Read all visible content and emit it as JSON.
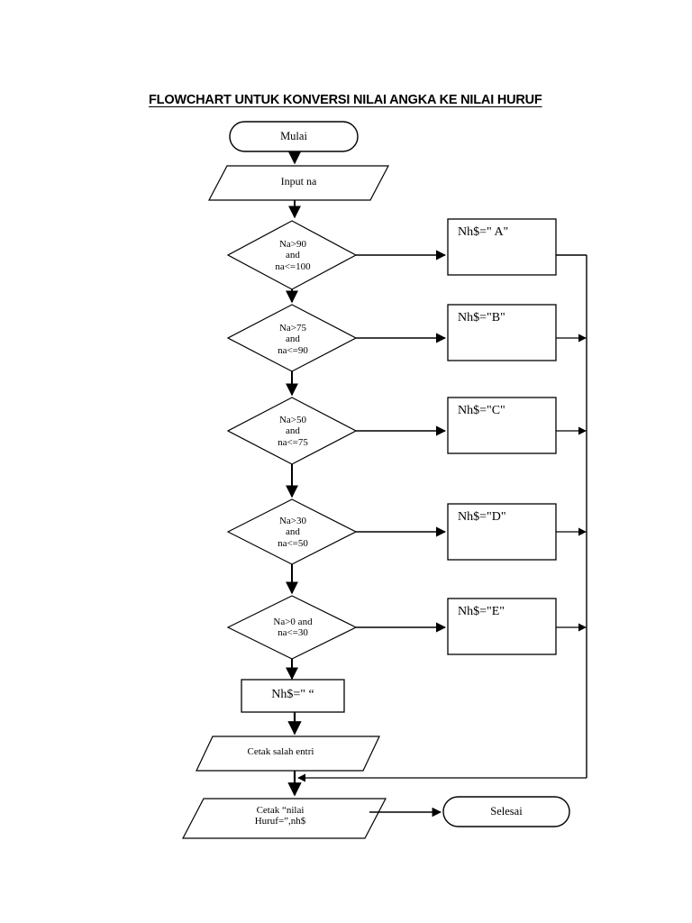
{
  "document": {
    "title": "FLOWCHART UNTUK KONVERSI NILAI ANGKA KE NILAI HURUF",
    "background_color": "#ffffff",
    "line_color": "#000000",
    "text_color": "#000000"
  },
  "flowchart": {
    "start": {
      "shape": "terminal",
      "label": "Mulai"
    },
    "input": {
      "shape": "parallelogram",
      "label": "Input na"
    },
    "decisions": [
      {
        "shape": "diamond",
        "label": "Na>90\nand\nna<=100",
        "condition": "Na>90 and na<=100",
        "result_box": "Nh$=\" A\"",
        "grade": "A"
      },
      {
        "shape": "diamond",
        "label": "Na>75\nand\nna<=90",
        "condition": "Na>75 and na<=90",
        "result_box": "Nh$=\"B\"",
        "grade": "B"
      },
      {
        "shape": "diamond",
        "label": "Na>50\nand\nna<=75",
        "condition": "Na>50 and na<=75",
        "result_box": "Nh$=\"C\"",
        "grade": "C"
      },
      {
        "shape": "diamond",
        "label": "Na>30\nand\nna<=50",
        "condition": "Na>30 and na<=50",
        "result_box": "Nh$=\"D\"",
        "grade": "D"
      },
      {
        "shape": "diamond",
        "label": "Na>0 and\nna<=30",
        "condition": "Na>0 and na<=30",
        "result_box": "Nh$=\"E\"",
        "grade": "E"
      }
    ],
    "assign_empty": {
      "shape": "process",
      "label": "Nh$=\" “"
    },
    "print_error": {
      "shape": "parallelogram",
      "label": "Cetak salah entri"
    },
    "print_result": {
      "shape": "parallelogram",
      "label": "Cetak “nilai\nHuruf=”,nh$"
    },
    "end": {
      "shape": "terminal",
      "label": "Selesai"
    }
  }
}
